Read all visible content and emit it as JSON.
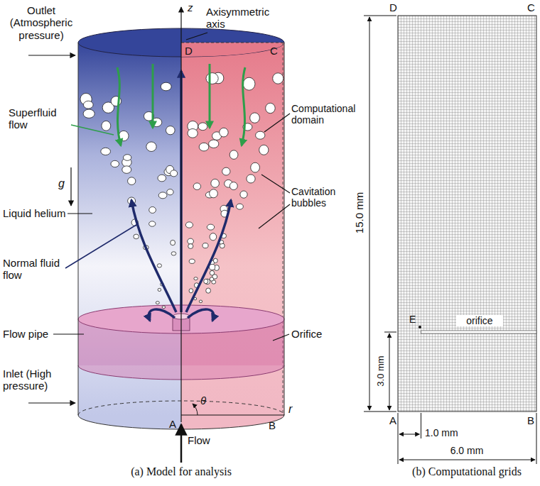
{
  "diagram": {
    "labels": [
      "Outlet (Atmospheric pressure)",
      "z",
      "Axisymmetric axis",
      "D",
      "C",
      "Computational domain",
      "Superfluid flow",
      "g",
      "Cavitation bubbles",
      "Liquid helium",
      "Normal fluid flow",
      "Flow pipe",
      "Orifice",
      "Inlet (High pressure)",
      "θ",
      "A",
      "B",
      "r",
      "Flow",
      "(a) Model for analysis",
      "D",
      "C",
      "15.0 mm",
      "E",
      "orifice",
      "3.0 mm",
      "A",
      "B",
      "1.0 mm",
      "6.0 mm",
      "(b) Computational grids"
    ]
  }
}
